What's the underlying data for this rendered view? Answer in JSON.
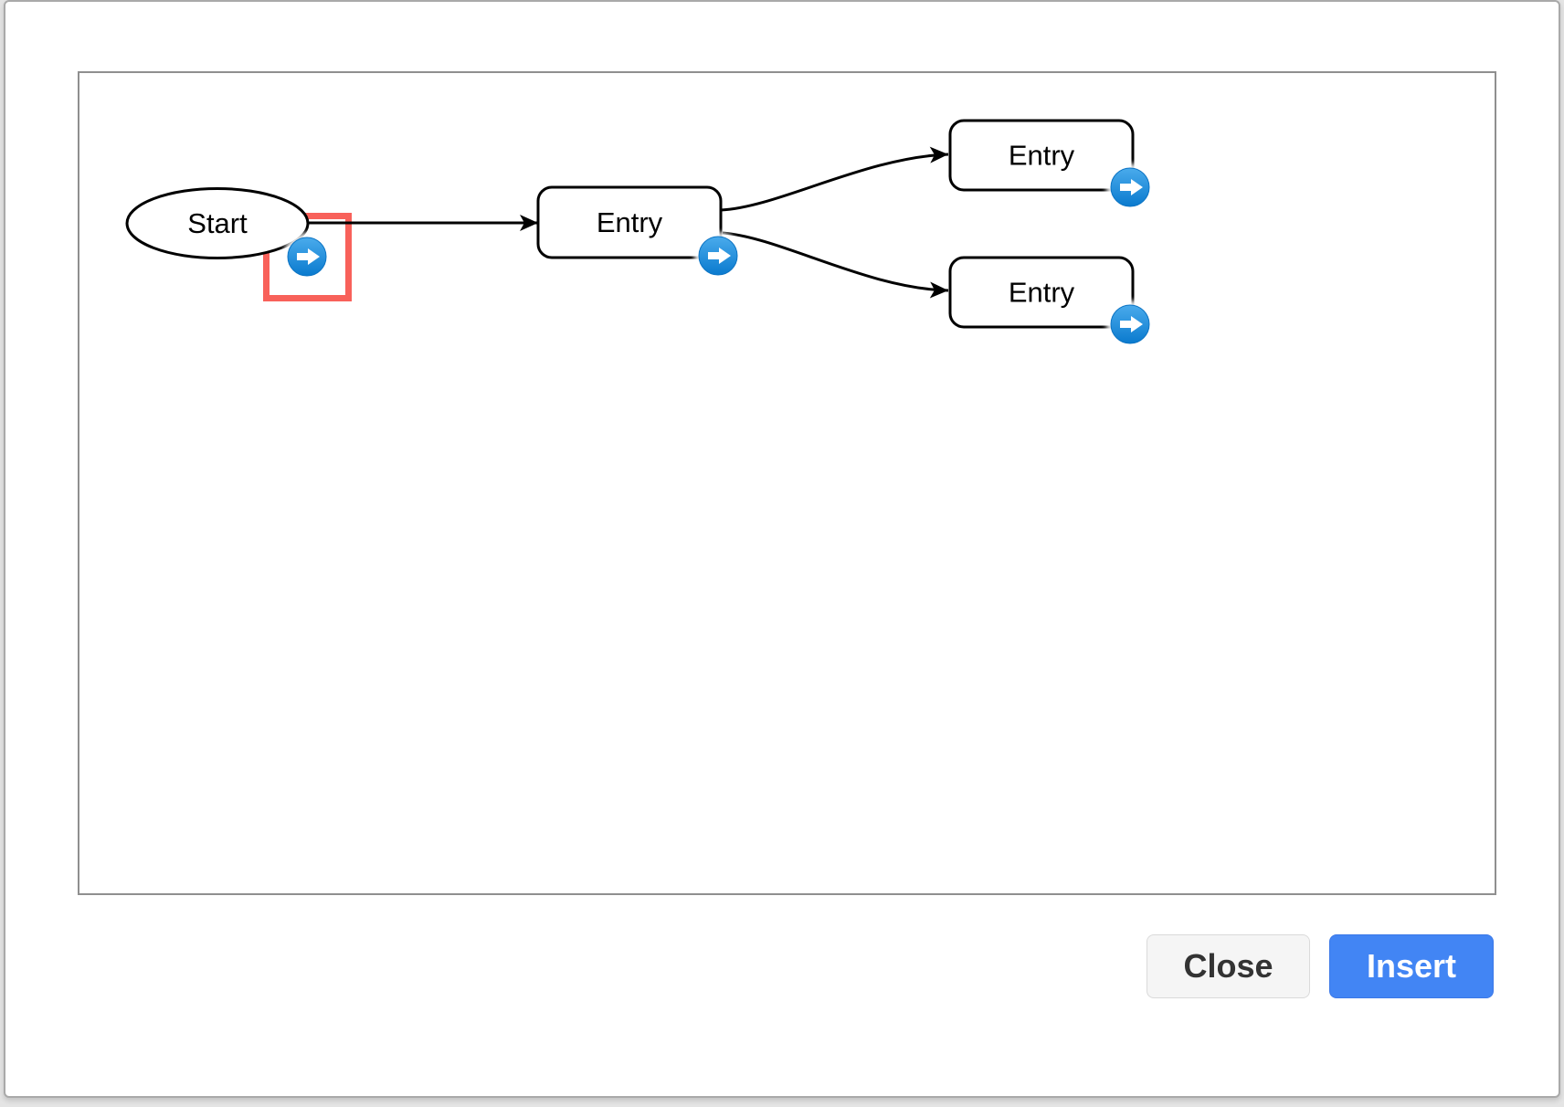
{
  "dialog": {
    "buttons": {
      "close_label": "Close",
      "insert_label": "Insert"
    }
  },
  "diagram": {
    "nodes": [
      {
        "id": "start",
        "type": "ellipse",
        "label": "Start"
      },
      {
        "id": "entry-1",
        "type": "rounded-rectangle",
        "label": "Entry"
      },
      {
        "id": "entry-2",
        "type": "rounded-rectangle",
        "label": "Entry"
      },
      {
        "id": "entry-3",
        "type": "rounded-rectangle",
        "label": "Entry"
      }
    ],
    "edges": [
      {
        "from": "start",
        "to": "entry-1"
      },
      {
        "from": "entry-1",
        "to": "entry-2"
      },
      {
        "from": "entry-1",
        "to": "entry-3"
      }
    ],
    "icons": {
      "direction_arrow": "direction-arrow-icon"
    },
    "colors": {
      "node_stroke": "#000000",
      "highlight_red": "#f8615a",
      "icon_blue_top": "#4aabec",
      "icon_blue_bottom": "#0a7ace",
      "insert_button_blue": "#4285f4"
    }
  }
}
